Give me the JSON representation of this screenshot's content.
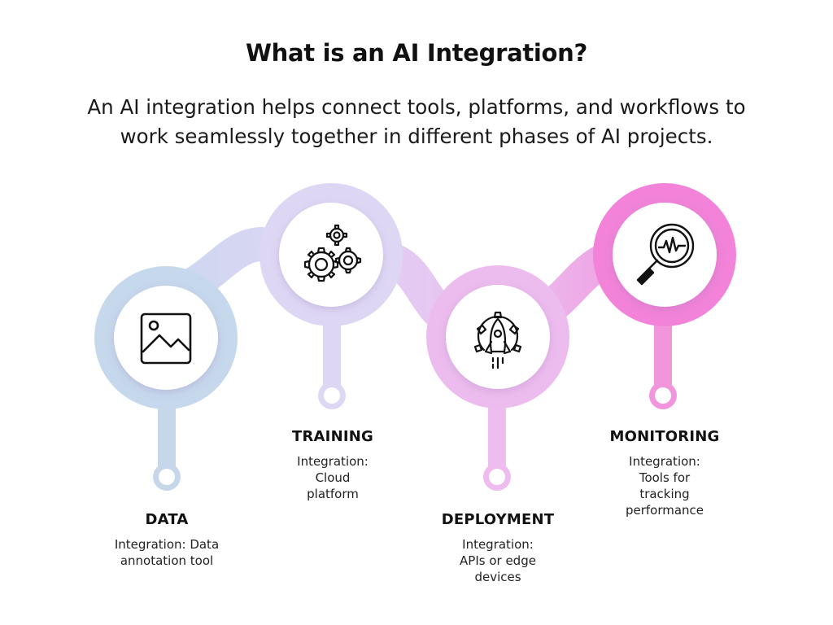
{
  "title": "What is an AI Integration?",
  "subtitle_line1": "An AI integration helps connect tools, platforms, and workflows to",
  "subtitle_line2": "work seamlessly together in different phases of AI projects.",
  "phases": [
    {
      "name": "DATA",
      "description": "Integration: Data annotation tool",
      "icon": "image-icon"
    },
    {
      "name": "TRAINING",
      "description": "Integration: Cloud platform",
      "icon": "gears-icon"
    },
    {
      "name": "DEPLOYMENT",
      "description": "Integration: APIs or edge devices",
      "icon": "rocket-gear-icon"
    },
    {
      "name": "MONITORING",
      "description": "Integration: Tools for tracking performance",
      "icon": "magnifier-pulse-icon"
    }
  ],
  "colors": {
    "data": "#c5d8ec",
    "training": "#e0d7f4",
    "deployment": "#eebcec",
    "monitoring": "#f08ad8",
    "node_fill": "#ffffff",
    "text": "#111111"
  }
}
